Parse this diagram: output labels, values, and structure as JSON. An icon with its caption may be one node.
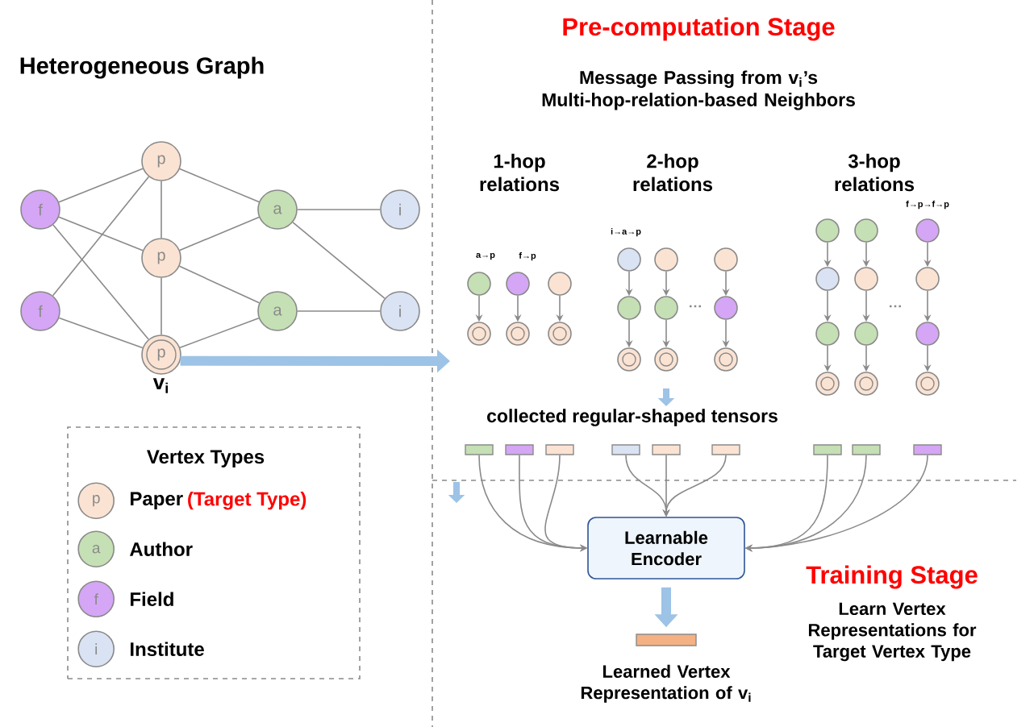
{
  "diagram": {
    "nodes": [
      {
        "text": [
          "f"
        ]
      },
      {
        "text": [
          "f"
        ]
      },
      {
        "text": [
          "p"
        ]
      },
      {
        "text": [
          "p"
        ]
      },
      {
        "text": [
          "p"
        ],
        "beside": [
          "v$_{i}$"
        ]
      },
      {
        "text": [
          "a"
        ]
      },
      {
        "text": [
          "a"
        ]
      },
      {
        "text": [
          "i"
        ]
      },
      {
        "text": [
          "i"
        ]
      },
      {
        "text": [
          "Vertex Types"
        ]
      },
      {
        "text": [
          "p"
        ],
        "in": 9,
        "beside": [
          "Paper",
          "(Target Type)"
        ]
      },
      {
        "text": [
          "a"
        ],
        "in": 9,
        "beside": [
          "Author"
        ]
      },
      {
        "text": [
          "f"
        ],
        "in": 9,
        "beside": [
          "Field"
        ]
      },
      {
        "text": [
          "i"
        ],
        "in": 9,
        "beside": [
          "Institute"
        ]
      },
      {
        "text": [],
        "shape": "circle"
      },
      {
        "text": [],
        "shape": "circle"
      },
      {
        "text": [],
        "shape": "circle"
      },
      {
        "text": [],
        "shape": "circle"
      },
      {
        "text": [],
        "shape": "circle"
      },
      {
        "text": [],
        "shape": "circle"
      },
      {
        "text": [],
        "shape": "circle"
      },
      {
        "text": [],
        "shape": "circle"
      },
      {
        "text": [],
        "shape": "circle"
      },
      {
        "text": [],
        "shape": "circle"
      },
      {
        "text": [],
        "shape": "circle"
      },
      {
        "text": [],
        "shape": "circle"
      },
      {
        "text": [],
        "shape": "circle"
      },
      {
        "text": [],
        "shape": "circle"
      },
      {
        "text": [],
        "shape": "circle"
      },
      {
        "text": [],
        "shape": "circle"
      },
      {
        "text": [],
        "shape": "circle"
      },
      {
        "text": [],
        "shape": "circle"
      },
      {
        "text": [],
        "shape": "circle"
      },
      {
        "text": [],
        "shape": "circle"
      },
      {
        "text": [],
        "shape": "circle"
      },
      {
        "text": [],
        "shape": "circle"
      },
      {
        "text": [],
        "shape": "circle"
      },
      {
        "text": [],
        "shape": "circle"
      },
      {
        "text": [],
        "shape": "circle"
      },
      {
        "text": [],
        "shape": "circle"
      },
      {
        "text": [],
        "shape": "circle"
      },
      {
        "text": [],
        "shape": "bar"
      },
      {
        "text": [],
        "shape": "bar"
      },
      {
        "text": [],
        "shape": "bar"
      },
      {
        "text": [],
        "shape": "bar"
      },
      {
        "text": [],
        "shape": "bar"
      },
      {
        "text": [],
        "shape": "bar"
      },
      {
        "text": [],
        "shape": "bar"
      },
      {
        "text": [],
        "shape": "bar"
      },
      {
        "text": [],
        "shape": "bar"
      },
      {
        "text": [
          "Learnable Encoder"
        ]
      },
      {
        "text": [],
        "shape": "bar",
        "beside": [
          "Learned Vertex Representation of v$_{i}$"
        ]
      }
    ],
    "edges": [
      {
        "from": 0,
        "to": 2,
        "arrow": "none"
      },
      {
        "from": 0,
        "to": 3,
        "arrow": "none"
      },
      {
        "from": 0,
        "to": 4,
        "arrow": "none"
      },
      {
        "from": 1,
        "to": 2,
        "arrow": "none"
      },
      {
        "from": 1,
        "to": 4,
        "arrow": "none"
      },
      {
        "from": 2,
        "to": 3,
        "arrow": "none"
      },
      {
        "from": 2,
        "to": 5,
        "arrow": "none"
      },
      {
        "from": 3,
        "to": 5,
        "arrow": "none"
      },
      {
        "from": 3,
        "to": 6,
        "arrow": "none"
      },
      {
        "from": 3,
        "to": 4,
        "arrow": "none"
      },
      {
        "from": 4,
        "to": 6,
        "arrow": "none"
      },
      {
        "from": 5,
        "to": 7,
        "arrow": "none"
      },
      {
        "from": 5,
        "to": 8,
        "arrow": "none"
      },
      {
        "from": 6,
        "to": 8,
        "arrow": "none"
      },
      {
        "from": 14,
        "to": 15,
        "arrow": "to"
      },
      {
        "from": 16,
        "to": 17,
        "arrow": "to"
      },
      {
        "from": 18,
        "to": 19,
        "arrow": "to"
      },
      {
        "from": 20,
        "to": 21,
        "arrow": "to"
      },
      {
        "from": 21,
        "to": 22,
        "arrow": "to"
      },
      {
        "from": 23,
        "to": 24,
        "arrow": "to"
      },
      {
        "from": 24,
        "to": 25,
        "arrow": "to"
      },
      {
        "from": 26,
        "to": 27,
        "arrow": "to"
      },
      {
        "from": 27,
        "to": 28,
        "arrow": "to"
      },
      {
        "from": 29,
        "to": 30,
        "arrow": "to"
      },
      {
        "from": 30,
        "to": 31,
        "arrow": "to"
      },
      {
        "from": 31,
        "to": 32,
        "arrow": "to"
      },
      {
        "from": 33,
        "to": 34,
        "arrow": "to"
      },
      {
        "from": 34,
        "to": 35,
        "arrow": "to"
      },
      {
        "from": 35,
        "to": 36,
        "arrow": "to"
      },
      {
        "from": 37,
        "to": 38,
        "arrow": "to"
      },
      {
        "from": 38,
        "to": 39,
        "arrow": "to"
      },
      {
        "from": 39,
        "to": 40,
        "arrow": "to"
      },
      {
        "from": 4,
        "to": null,
        "arrow": "to",
        "style": "thick",
        "color": "#9dc3e6"
      },
      {
        "from": 41,
        "to": 50,
        "arrow": "to"
      },
      {
        "from": 42,
        "to": 50,
        "arrow": "to"
      },
      {
        "from": 43,
        "to": 50,
        "arrow": "to"
      },
      {
        "from": 44,
        "to": 50,
        "arrow": "to"
      },
      {
        "from": 45,
        "to": 50,
        "arrow": "to"
      },
      {
        "from": 46,
        "to": 50,
        "arrow": "to"
      },
      {
        "from": 47,
        "to": 50,
        "arrow": "to"
      },
      {
        "from": 48,
        "to": 50,
        "arrow": "to"
      },
      {
        "from": 49,
        "to": 50,
        "arrow": "to"
      },
      {
        "from": 50,
        "to": 51,
        "arrow": "to",
        "style": "thick",
        "color": "#9dc3e6"
      }
    ],
    "labels": [
      "Heterogeneous Graph",
      "Pre-computation Stage",
      "Message Passing from v$_{i}$’s Multi-hop-relation-based Neighbors",
      "1-hop relations",
      "2-hop relations",
      "3-hop relations",
      "f→p→f→p",
      "i→a→p",
      "a→p",
      "f→p",
      "…",
      "…",
      "collected regular-shaped tensors",
      "Training Stage",
      "Learn Vertex Representations for Target Vertex Type"
    ]
  }
}
